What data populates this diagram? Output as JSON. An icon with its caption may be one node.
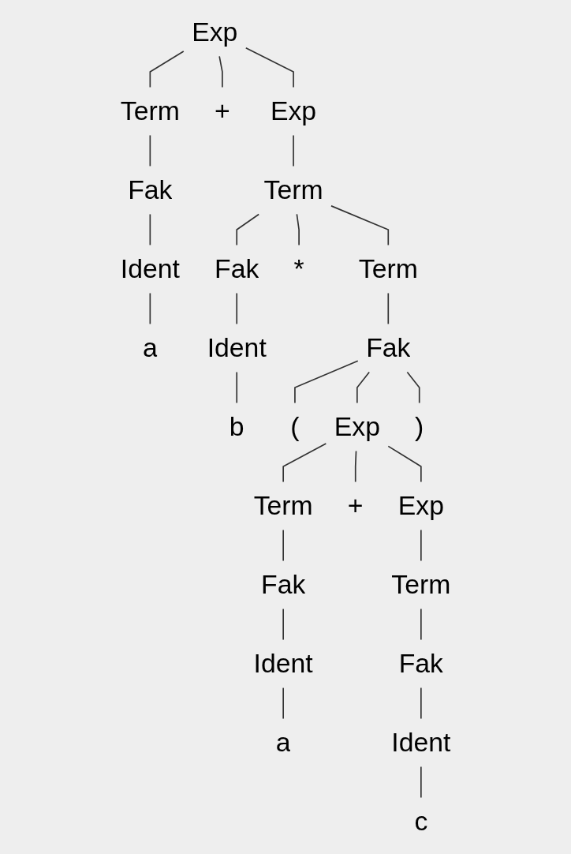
{
  "diagram": {
    "nodes": [
      {
        "text": [
          "Exp"
        ]
      },
      {
        "text": [
          "Term"
        ]
      },
      {
        "text": [
          "+"
        ]
      },
      {
        "text": [
          "Exp"
        ]
      },
      {
        "text": [
          "Fak"
        ]
      },
      {
        "text": [
          "Term"
        ]
      },
      {
        "text": [
          "Ident"
        ]
      },
      {
        "text": [
          "Fak"
        ]
      },
      {
        "text": [
          "*"
        ]
      },
      {
        "text": [
          "Term"
        ]
      },
      {
        "text": [
          "a"
        ]
      },
      {
        "text": [
          "Ident"
        ]
      },
      {
        "text": [
          "Fak"
        ]
      },
      {
        "text": [
          "b"
        ]
      },
      {
        "text": [
          "("
        ]
      },
      {
        "text": [
          "Exp"
        ]
      },
      {
        "text": [
          ")"
        ]
      },
      {
        "text": [
          "Term"
        ]
      },
      {
        "text": [
          "+"
        ]
      },
      {
        "text": [
          "Exp"
        ]
      },
      {
        "text": [
          "Fak"
        ]
      },
      {
        "text": [
          "Term"
        ]
      },
      {
        "text": [
          "Ident"
        ]
      },
      {
        "text": [
          "Fak"
        ]
      },
      {
        "text": [
          "a"
        ]
      },
      {
        "text": [
          "Ident"
        ]
      },
      {
        "text": [
          "c"
        ]
      }
    ],
    "edges": [
      {
        "from": 0,
        "to": 1,
        "arrow": "none"
      },
      {
        "from": 0,
        "to": 2,
        "arrow": "none"
      },
      {
        "from": 0,
        "to": 3,
        "arrow": "none"
      },
      {
        "from": 1,
        "to": 4,
        "arrow": "none"
      },
      {
        "from": 3,
        "to": 5,
        "arrow": "none"
      },
      {
        "from": 4,
        "to": 6,
        "arrow": "none"
      },
      {
        "from": 5,
        "to": 7,
        "arrow": "none"
      },
      {
        "from": 5,
        "to": 8,
        "arrow": "none"
      },
      {
        "from": 5,
        "to": 9,
        "arrow": "none"
      },
      {
        "from": 6,
        "to": 10,
        "arrow": "none"
      },
      {
        "from": 7,
        "to": 11,
        "arrow": "none"
      },
      {
        "from": 9,
        "to": 12,
        "arrow": "none"
      },
      {
        "from": 11,
        "to": 13,
        "arrow": "none"
      },
      {
        "from": 12,
        "to": 14,
        "arrow": "none"
      },
      {
        "from": 12,
        "to": 15,
        "arrow": "none"
      },
      {
        "from": 12,
        "to": 16,
        "arrow": "none"
      },
      {
        "from": 15,
        "to": 17,
        "arrow": "none"
      },
      {
        "from": 15,
        "to": 18,
        "arrow": "none"
      },
      {
        "from": 15,
        "to": 19,
        "arrow": "none"
      },
      {
        "from": 17,
        "to": 20,
        "arrow": "none"
      },
      {
        "from": 19,
        "to": 21,
        "arrow": "none"
      },
      {
        "from": 20,
        "to": 22,
        "arrow": "none"
      },
      {
        "from": 21,
        "to": 23,
        "arrow": "none"
      },
      {
        "from": 22,
        "to": 24,
        "arrow": "none"
      },
      {
        "from": 23,
        "to": 25,
        "arrow": "none"
      },
      {
        "from": 25,
        "to": 26,
        "arrow": "none"
      }
    ]
  }
}
